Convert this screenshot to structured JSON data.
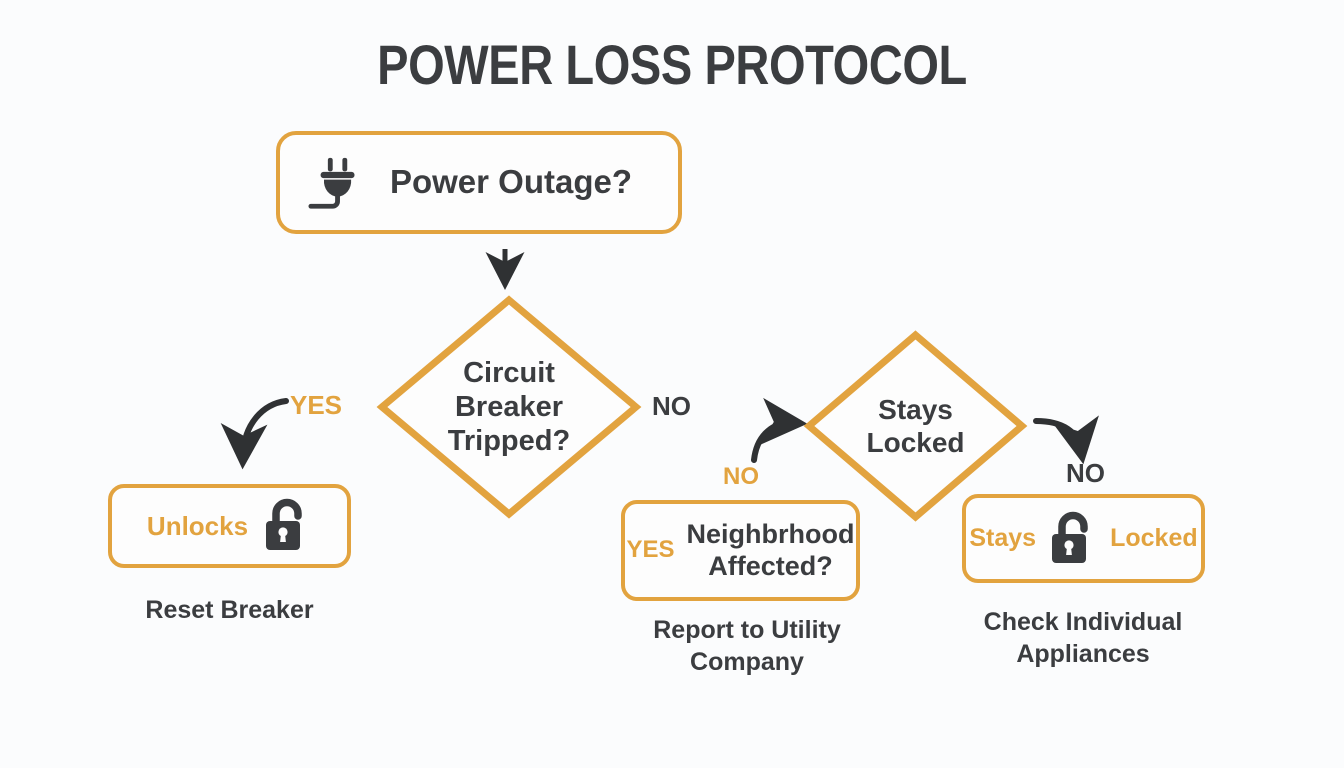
{
  "page": {
    "title": "POWER LOSS PROTOCOL",
    "background_color": "#fbfcfd",
    "accent_color": "#e2a33f",
    "text_color": "#3b3d40"
  },
  "nodes": {
    "start": {
      "label": "Power Outage?",
      "icon": "power-plug-icon",
      "shape": "rounded-rectangle"
    },
    "decision_breaker": {
      "label": "Circuit\nBreaker\nTripped?",
      "line1": "Circuit",
      "line2": "Breaker",
      "line3": "Tripped?",
      "shape": "diamond"
    },
    "decision_locked": {
      "label": "Stays\nLocked",
      "line1": "Stays",
      "line2": "Locked",
      "shape": "diamond"
    },
    "outcome_reset": {
      "tag": "Unlocks",
      "icon": "open-padlock-icon",
      "caption": "Reset Breaker",
      "shape": "rounded-rectangle"
    },
    "outcome_report": {
      "tag": "YES",
      "line1": "Neighbrhood",
      "line2": "Affected?",
      "caption_line1": "Report to Utility",
      "caption_line2": "Company",
      "shape": "rounded-rectangle"
    },
    "outcome_appliances": {
      "tag_left": "Stays",
      "tag_right": "Locked",
      "icon": "open-padlock-icon",
      "caption_line1": "Check Individual",
      "caption_line2": "Appliances",
      "shape": "rounded-rectangle"
    }
  },
  "edges": {
    "start_to_breaker": {
      "label": "",
      "style": "straight-arrow-down"
    },
    "breaker_yes": {
      "label": "YES",
      "color": "accent",
      "style": "curved-arrow"
    },
    "breaker_no": {
      "label": "NO",
      "color": "dark",
      "style": "none"
    },
    "neighborhood_no": {
      "label": "NO",
      "color": "accent",
      "style": "curved-arrow"
    },
    "locked_no": {
      "label": "NO",
      "color": "dark",
      "style": "curved-arrow"
    }
  }
}
